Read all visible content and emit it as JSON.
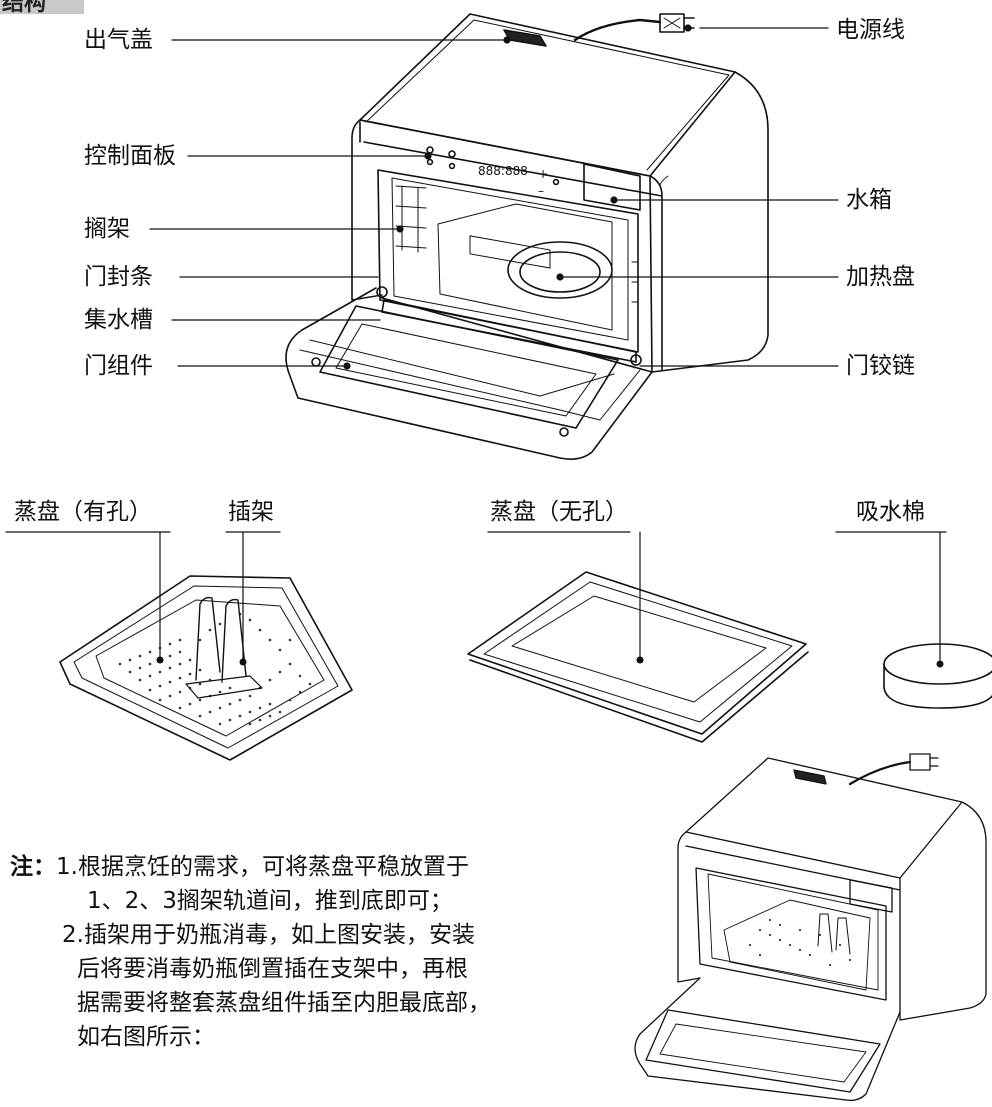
{
  "header": {
    "tab_label": "结构"
  },
  "labels": {
    "exhaust_cover": "出气盖",
    "power_cord": "电源线",
    "control_panel": "控制面板",
    "water_tank": "水箱",
    "rack": "搁架",
    "heating_plate": "加热盘",
    "door_seal": "门封条",
    "water_trough": "集水槽",
    "door_assembly": "门组件",
    "door_hinge": "门铰链",
    "steam_tray_holes": "蒸盘（有孔）",
    "insert_rack": "插架",
    "steam_tray_no_holes": "蒸盘（无孔）",
    "absorbent_cotton": "吸水棉"
  },
  "notes": {
    "prefix": "注：",
    "line1": "1.根据烹饪的需求，可将蒸盘平稳放置于",
    "line2": "1、2、3搁架轨道间，推到底即可；",
    "line3": "2.插架用于奶瓶消毒，如上图安装，安装",
    "line4": "后将要消毒奶瓶倒置插在支架中，再根",
    "line5": "据需要将整套蒸盘组件插至内胆最底部，",
    "line6": "如右图所示："
  },
  "display": {
    "readout": "888:888"
  }
}
